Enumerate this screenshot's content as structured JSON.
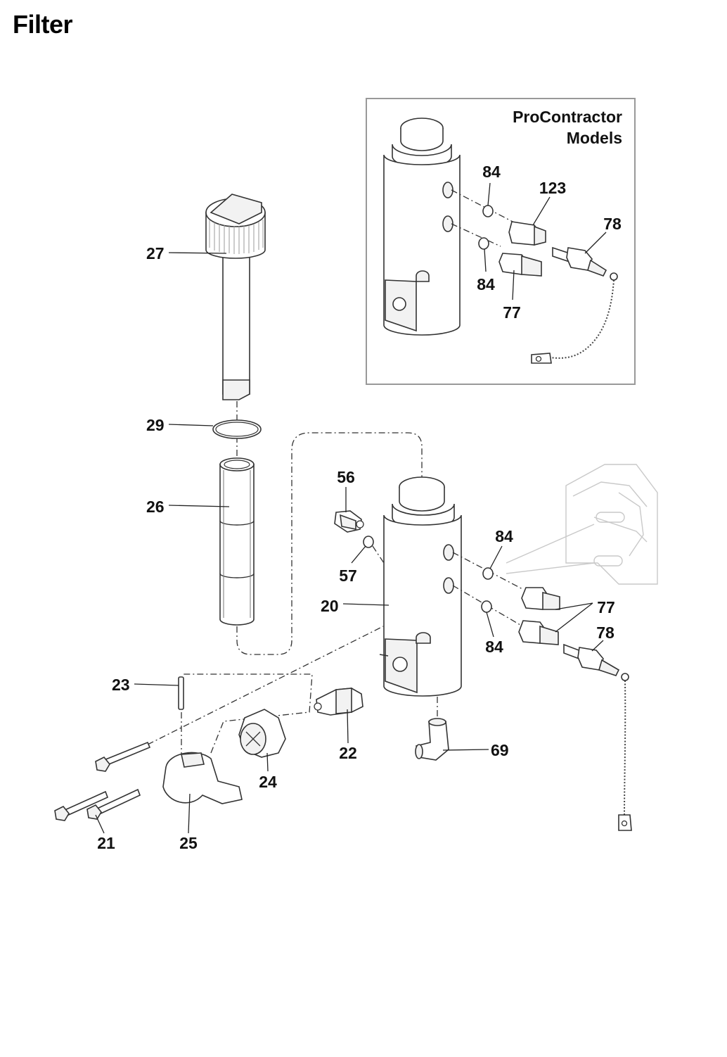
{
  "title": "Filter",
  "inset": {
    "title_line1": "ProContractor",
    "title_line2": "Models"
  },
  "labels": {
    "p27": "27",
    "p29": "29",
    "p26": "26",
    "p56": "56",
    "p57": "57",
    "p20": "20",
    "p84a": "84",
    "p84b": "84",
    "p77": "77",
    "p78": "78",
    "p23": "23",
    "p22": "22",
    "p69": "69",
    "p24": "24",
    "p21": "21",
    "p25": "25",
    "i84a": "84",
    "i123": "123",
    "i78": "78",
    "i84b": "84",
    "i77": "77"
  }
}
